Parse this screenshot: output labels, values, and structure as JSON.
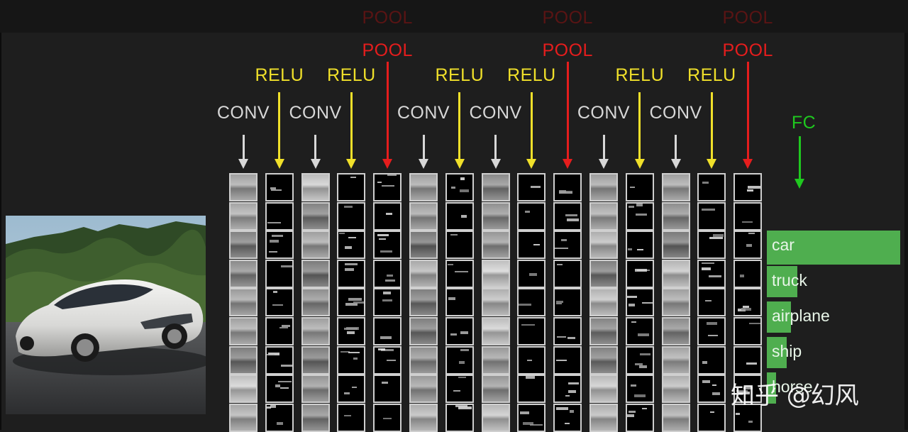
{
  "layers": [
    {
      "type": "CONV"
    },
    {
      "type": "RELU"
    },
    {
      "type": "CONV"
    },
    {
      "type": "RELU"
    },
    {
      "type": "POOL"
    },
    {
      "type": "CONV"
    },
    {
      "type": "RELU"
    },
    {
      "type": "CONV"
    },
    {
      "type": "RELU"
    },
    {
      "type": "POOL"
    },
    {
      "type": "CONV"
    },
    {
      "type": "RELU"
    },
    {
      "type": "CONV"
    },
    {
      "type": "RELU"
    },
    {
      "type": "POOL"
    }
  ],
  "fc_label": "FC",
  "colors": {
    "CONV": "#d8d8d8",
    "RELU": "#f0e02a",
    "POOL": "#e51d1d",
    "FC": "#1fc81f",
    "bars": "#4fae4f",
    "background": "#1e1e1e"
  },
  "output_classes": [
    {
      "label": "car",
      "score": 1.0
    },
    {
      "label": "truck",
      "score": 0.23
    },
    {
      "label": "airplane",
      "score": 0.18
    },
    {
      "label": "ship",
      "score": 0.15
    },
    {
      "label": "horse",
      "score": 0.07
    }
  ],
  "watermark": "知乎 @幻风"
}
